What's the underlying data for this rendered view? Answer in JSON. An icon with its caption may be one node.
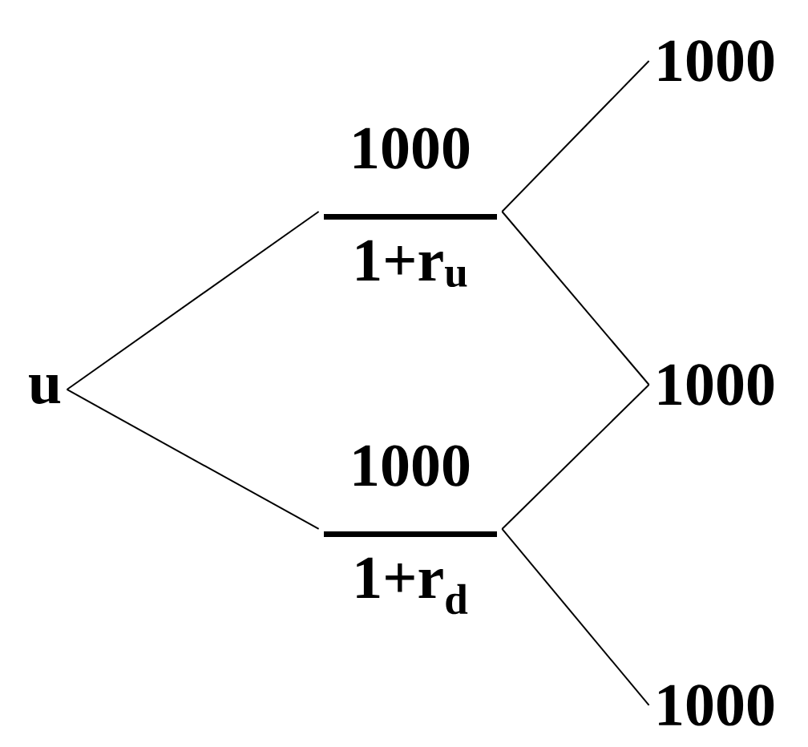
{
  "diagram": {
    "nodes": [
      {
        "text": [
          "u"
        ]
      },
      {
        "text": [
          "1000",
          "1+r$_{u}$"
        ]
      },
      {
        "text": [
          "1000",
          "1+r$_{d}$"
        ]
      },
      {
        "text": [
          "1000"
        ]
      },
      {
        "text": [
          "1000"
        ]
      },
      {
        "text": [
          "1000"
        ]
      }
    ],
    "edges": [
      {
        "from": 0,
        "to": 1,
        "arrow": "none"
      },
      {
        "from": 0,
        "to": 2,
        "arrow": "none"
      },
      {
        "from": 1,
        "to": 3,
        "arrow": "none"
      },
      {
        "from": 1,
        "to": 4,
        "arrow": "none"
      },
      {
        "from": 2,
        "to": 4,
        "arrow": "none"
      },
      {
        "from": 2,
        "to": 5,
        "arrow": "none"
      }
    ]
  }
}
